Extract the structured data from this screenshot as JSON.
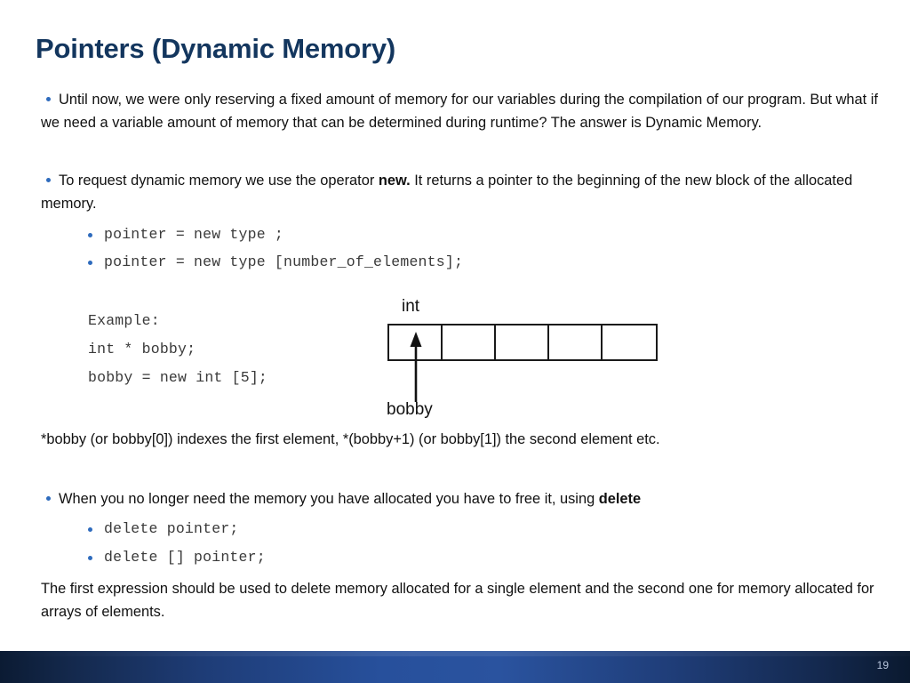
{
  "slide": {
    "title": "Pointers (Dynamic Memory)",
    "page_number": "19",
    "accent_color": "#13365e",
    "bullet_color": "#2e6bbd",
    "footer_color": "#27509c"
  },
  "bullets": {
    "intro": {
      "text": "Until now, we were only reserving a fixed amount of memory for our variables during the compilation of our program. But what if we need a variable amount of memory that can be determined during runtime? The answer is Dynamic Memory."
    },
    "request": {
      "part1": "To request dynamic memory we use the operator ",
      "bold": "new.",
      "part2": " It returns a pointer to the beginning of the new block of the allocated memory."
    },
    "free": {
      "part1": "When you no longer need the memory you have allocated you have to free it, using ",
      "bold": "delete"
    }
  },
  "code": {
    "syntax_1": "pointer = new type ;",
    "syntax_2": "pointer = new type [number_of_elements];",
    "example_label": "Example:",
    "example_1": "int * bobby;",
    "example_2": "bobby = new int [5];",
    "delete_1": "delete pointer;",
    "delete_2": "delete [] pointer;"
  },
  "diagram": {
    "type_label": "int",
    "pointer_label": "bobby",
    "cells": [
      "",
      "",
      "",
      "",
      ""
    ],
    "cell_count": 5,
    "arrow_target_cell_index": 0
  },
  "notes": {
    "indexing": "*bobby (or bobby[0]) indexes the first element, *(bobby+1) (or bobby[1]) the second element etc.",
    "delete_explain": "The first expression should be used to delete memory allocated for  a single element and the second one for memory allocated for arrays of elements."
  }
}
